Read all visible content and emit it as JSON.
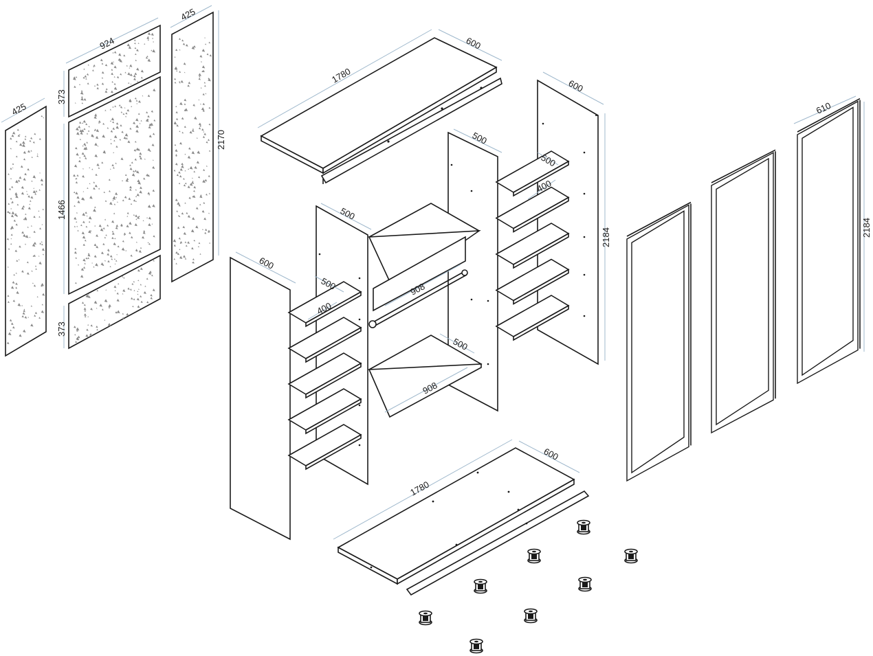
{
  "dimensions": {
    "panel_left_width": "425",
    "panel_middle_width": "924",
    "panel_right_width": "425",
    "panel_height": "2170",
    "insert_top_height": "373",
    "insert_center_height": "1466",
    "insert_bottom_height": "373",
    "top_length": "1780",
    "top_depth": "600",
    "bottom_length": "1780",
    "bottom_depth": "600",
    "side_left_depth": "600",
    "side_right_depth": "600",
    "cabinet_height": "2184",
    "partition_left_depth": "500",
    "partition_right_depth": "500",
    "shelf_left_depth": "500",
    "shelf_left_width": "400",
    "shelf_right_depth": "500",
    "shelf_right_width": "400",
    "middle_shelf_width": "908",
    "bottom_shelf_width": "908",
    "bottom_shelf_depth": "500",
    "door_width": "610",
    "door_height": "2184"
  },
  "legend": {
    "stroke": "#1a1a1a",
    "dimension_line": "#9fb8cc",
    "speckle": "#8a8a8a"
  }
}
